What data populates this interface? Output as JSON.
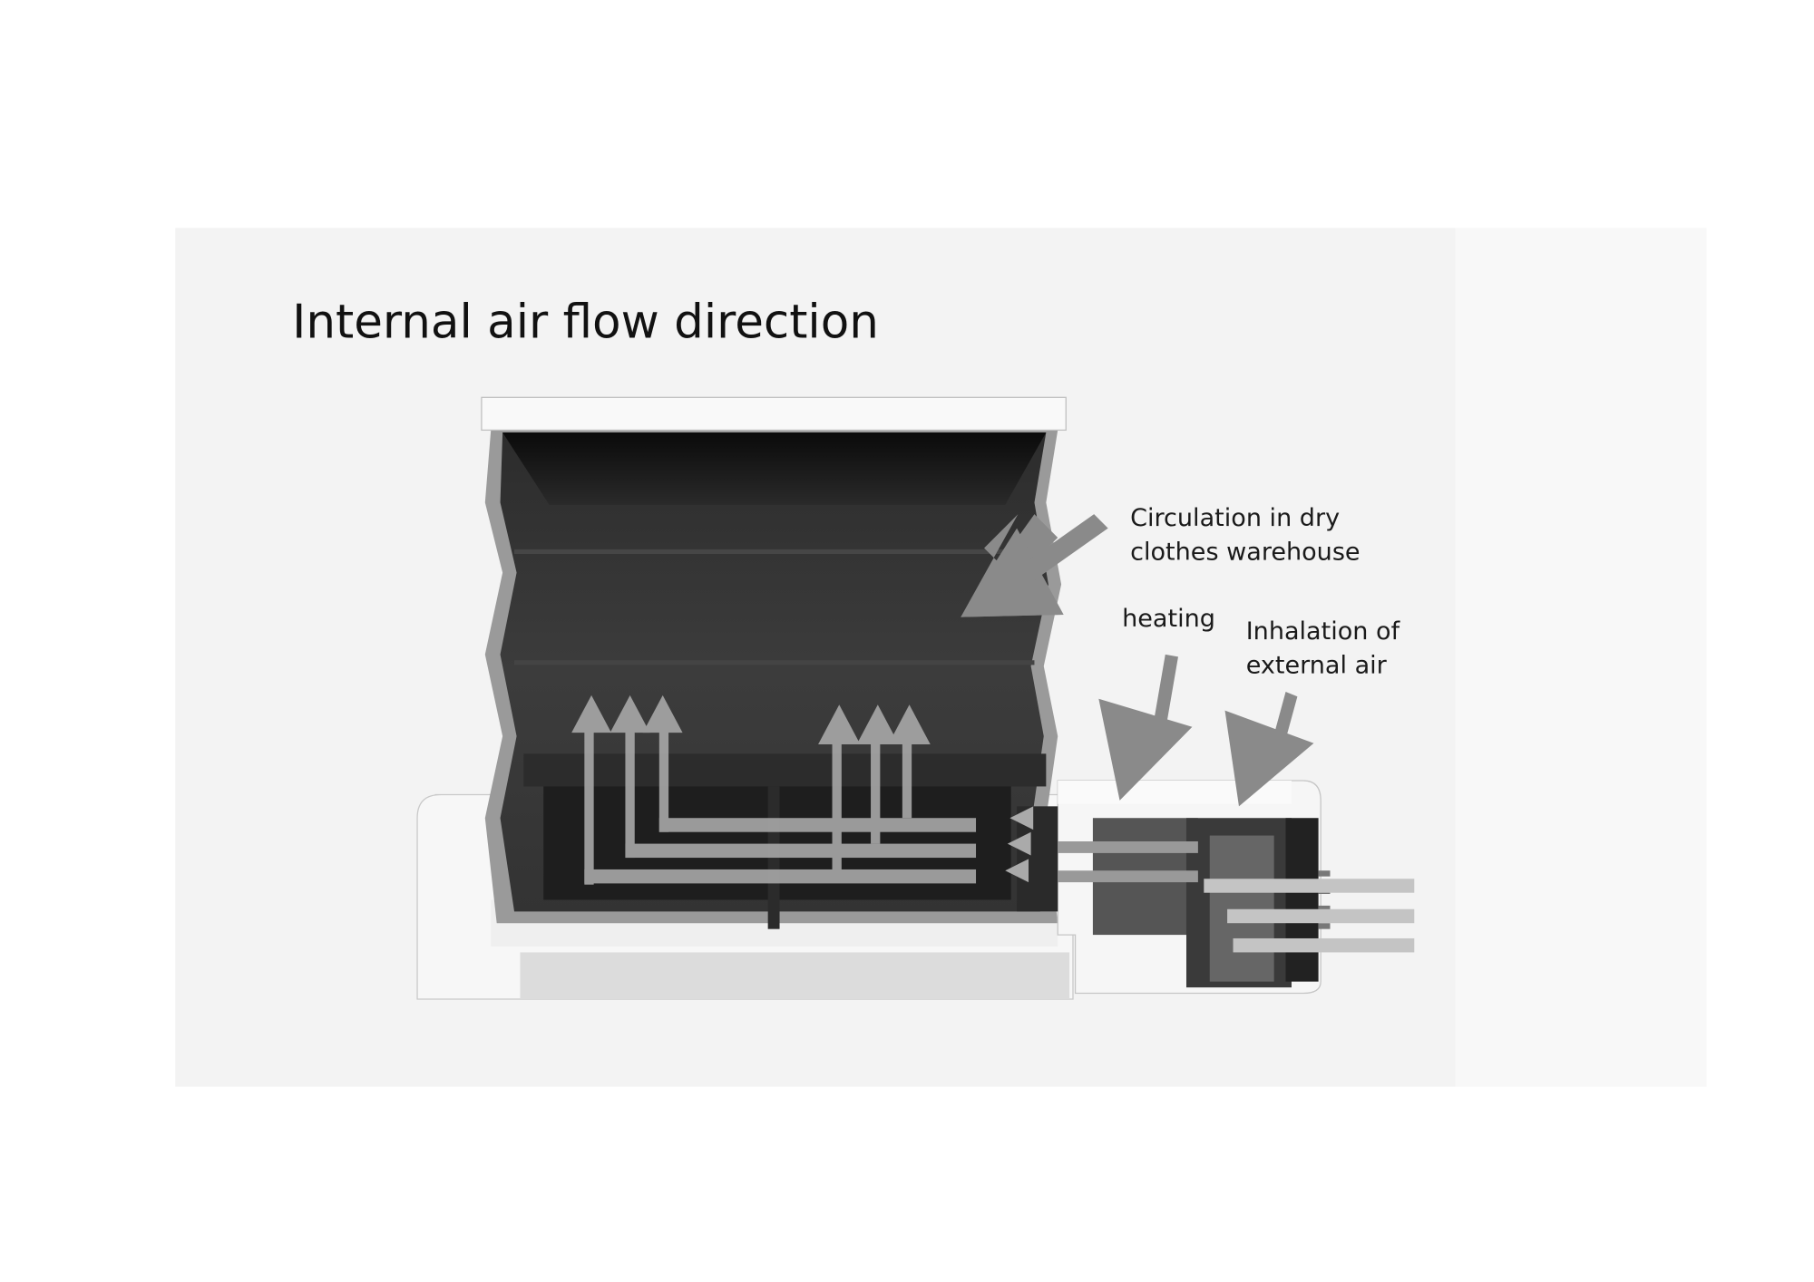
{
  "title": "Internal air flow direction",
  "labels": {
    "circulation_line1": "Circulation in dry",
    "circulation_line2": "clothes warehouse",
    "heating": "heating",
    "inhalation_line1": "Inhalation of",
    "inhalation_line2": "external air"
  },
  "colors": {
    "background_panel": "#f3f3f3",
    "chamber_dark": "#3a3a3a",
    "arrow_gray": "#8a8a8a",
    "flow_light": "#a8a8a8",
    "housing_white": "#f7f7f7"
  }
}
